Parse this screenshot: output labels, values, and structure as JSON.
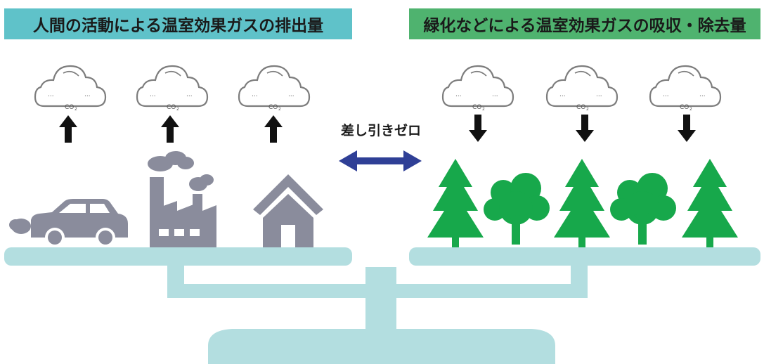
{
  "header": {
    "left_title": "人間の活動による温室効果ガスの排出量",
    "right_title": "緑化などによる温室効果ガスの吸収・除去量"
  },
  "center": {
    "label": "差し引きゼロ"
  },
  "clouds": {
    "label": "CO",
    "subscript": "2"
  },
  "colors": {
    "left_banner": "#5fc2c9",
    "right_banner": "#4fb36f",
    "emitters": "#8a8c9c",
    "trees": "#17a84b",
    "scale": "#b3dee0",
    "double_arrow": "#2f3f96",
    "arrows": "#111111"
  },
  "icons": {
    "emitters": [
      "car-icon",
      "factory-icon",
      "house-icon"
    ],
    "absorbers": [
      "conifer-tree-icon",
      "round-tree-icon",
      "conifer-tree-icon",
      "round-tree-icon",
      "conifer-tree-icon"
    ]
  }
}
